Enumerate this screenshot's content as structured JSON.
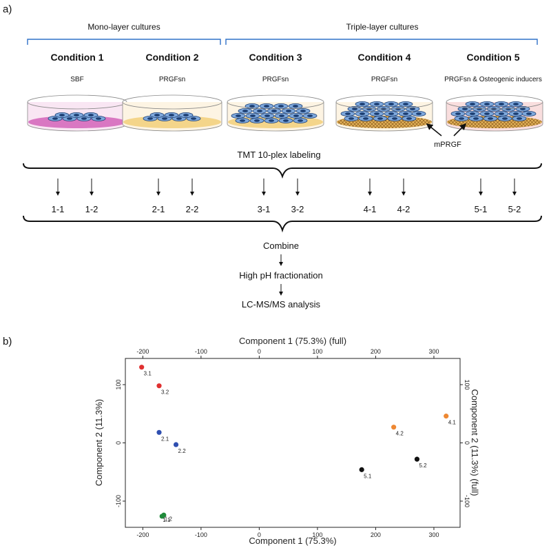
{
  "panel_a": {
    "label": "a)",
    "groups": {
      "mono": "Mono-layer cultures",
      "triple": "Triple-layer cultures"
    },
    "conditions": [
      {
        "title": "Condition 1",
        "medium": "SBF"
      },
      {
        "title": "Condition 2",
        "medium": "PRGFsn"
      },
      {
        "title": "Condition 3",
        "medium": "PRGFsn"
      },
      {
        "title": "Condition 4",
        "medium": "PRGFsn"
      },
      {
        "title": "Condition 5",
        "medium": "PRGFsn & Osteogenic inducers"
      }
    ],
    "mprgf_label": "mPRGF",
    "tmt_label": "TMT 10-plex labeling",
    "samples": [
      "1-1",
      "1-2",
      "2-1",
      "2-2",
      "3-1",
      "3-2",
      "4-1",
      "4-2",
      "5-1",
      "5-2"
    ],
    "steps": [
      "Combine",
      "High pH fractionation",
      "LC-MS/MS analysis"
    ]
  },
  "panel_b": {
    "label": "b)"
  },
  "chart_data": {
    "type": "scatter",
    "xlabel_top": "Component 1 (75.3%) (full)",
    "xlabel_bottom": "Component 1 (75.3%)",
    "ylabel_left": "Component 2 (11.3%)",
    "ylabel_right": "Component 2 (11.3%) (full)",
    "xlim": [
      -230,
      345
    ],
    "ylim": [
      -145,
      145
    ],
    "xticks": [
      -200,
      -100,
      0,
      100,
      200,
      300
    ],
    "yticks": [
      -100,
      0,
      100
    ],
    "points": [
      {
        "label": "3.1",
        "x": -202,
        "y": 130,
        "color": "#e03030"
      },
      {
        "label": "3.2",
        "x": -172,
        "y": 98,
        "color": "#e03030"
      },
      {
        "label": "2.1",
        "x": -172,
        "y": 18,
        "color": "#2f4fb0"
      },
      {
        "label": "2.2",
        "x": -143,
        "y": -3,
        "color": "#2f4fb0"
      },
      {
        "label": "1.1",
        "x": -167,
        "y": -126,
        "color": "#1f8a3a"
      },
      {
        "label": "1.2",
        "x": -164,
        "y": -124,
        "color": "#1f8a3a"
      },
      {
        "label": "4.1",
        "x": 321,
        "y": 46,
        "color": "#ee8833"
      },
      {
        "label": "4.2",
        "x": 231,
        "y": 27,
        "color": "#ee8833"
      },
      {
        "label": "5.1",
        "x": 176,
        "y": -46,
        "color": "#111111"
      },
      {
        "label": "5.2",
        "x": 271,
        "y": -28,
        "color": "#111111"
      }
    ]
  }
}
